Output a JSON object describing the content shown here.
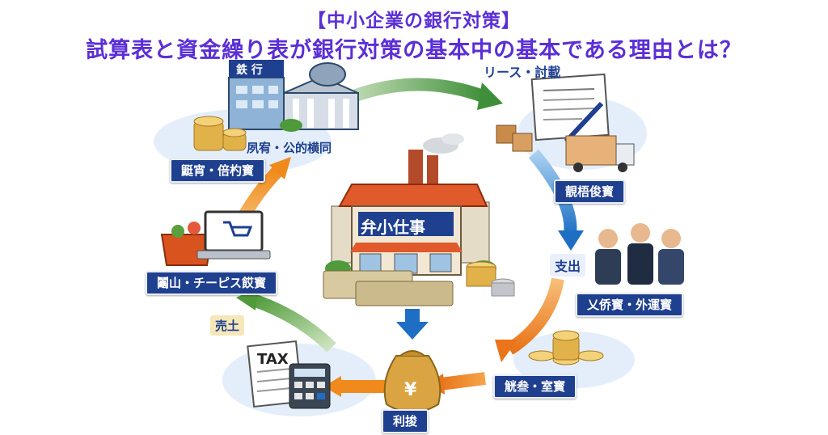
{
  "title": {
    "line1": "【中小企業の銀行対策】",
    "line2": "試算表と資金繰り表が銀行対策の基本中の基本である理由とは？"
  },
  "center": {
    "sign": "弁小仕事"
  },
  "bank": {
    "sign": "鉄 行"
  },
  "labels": {
    "lease": "リース・討載",
    "bank_caption": "夙宥・公的横同",
    "left_top": "鼮宵・倍杓寳",
    "right_top": "靚梧俊寳",
    "payment": "支出",
    "right_mid": "乂侨寳・外運寳",
    "left_mid": "鬮山・チーピス餀寳",
    "sales": "売土",
    "right_bottom": "觥叁・室寳",
    "profit": "利捘",
    "tax": "TAX",
    "yen": "¥"
  },
  "colors": {
    "title": "#5b2fd6",
    "label_bg": "#1f3f8f",
    "arrow_green": "#4f9a3a",
    "arrow_orange": "#f08a1c",
    "arrow_blue": "#1e6fc4"
  }
}
